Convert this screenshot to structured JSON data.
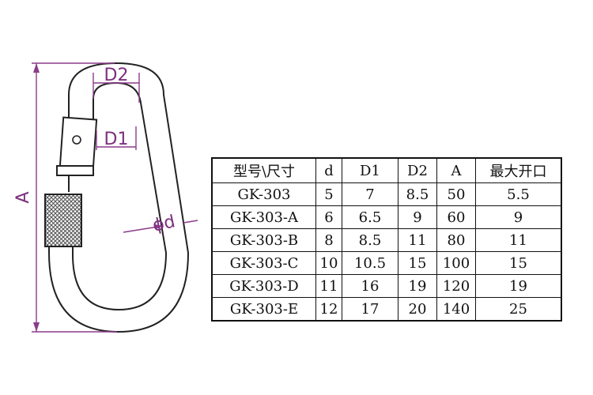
{
  "diagram": {
    "labels": {
      "overall_length": "A",
      "outer_width": "D2",
      "opening_width": "D1",
      "wire_diameter": "ϕd"
    },
    "colors": {
      "dimension": "#8b3b8b",
      "outline": "#222222",
      "knurl_fill": "#555555"
    },
    "icons": [
      "carabiner-snap-hook-icon",
      "knurled-lock-nut-icon"
    ]
  },
  "table": {
    "headers": [
      "型号\\尺寸",
      "d",
      "D1",
      "D2",
      "A",
      "最大开口"
    ],
    "rows": [
      [
        "GK-303",
        "5",
        "7",
        "8.5",
        "50",
        "5.5"
      ],
      [
        "GK-303-A",
        "6",
        "6.5",
        "9",
        "60",
        "9"
      ],
      [
        "GK-303-B",
        "8",
        "8.5",
        "11",
        "80",
        "11"
      ],
      [
        "GK-303-C",
        "10",
        "10.5",
        "15",
        "100",
        "15"
      ],
      [
        "GK-303-D",
        "11",
        "16",
        "19",
        "120",
        "19"
      ],
      [
        "GK-303-E",
        "12",
        "17",
        "20",
        "140",
        "25"
      ]
    ]
  }
}
